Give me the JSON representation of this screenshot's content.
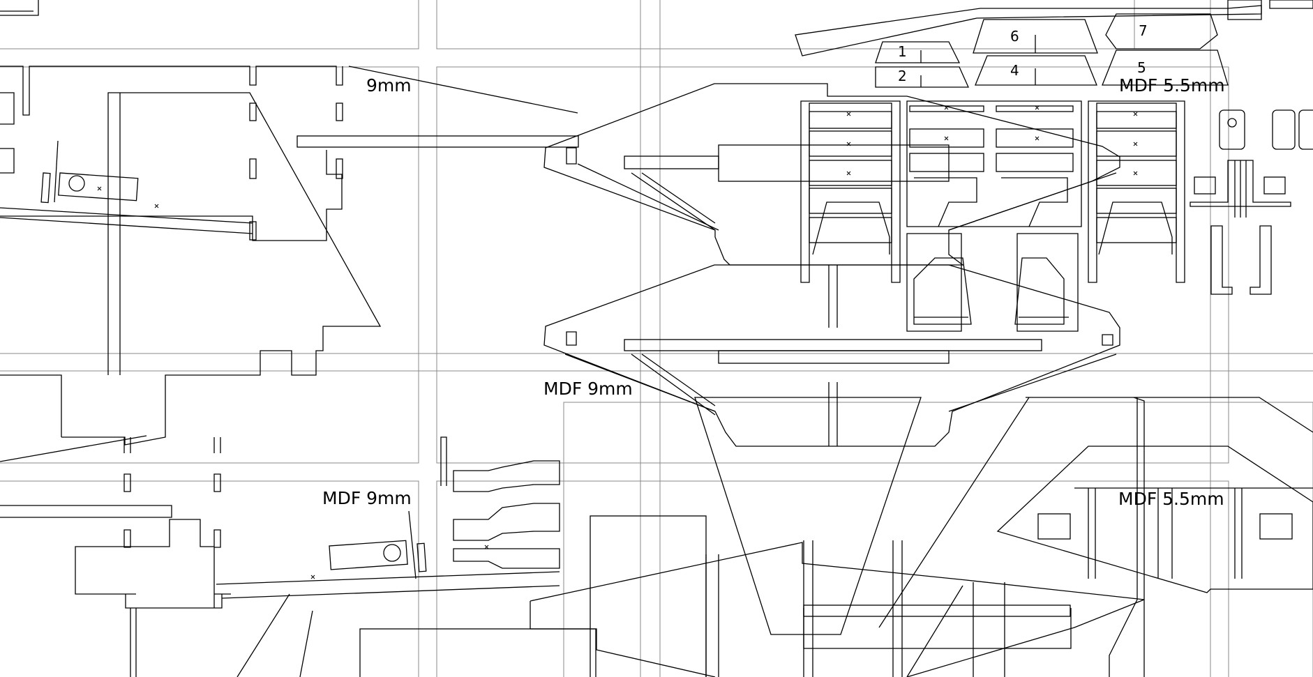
{
  "sheet": {
    "line_color": "#000000",
    "grid_color": "#888888",
    "background": "#ffffff"
  },
  "labels": {
    "mdf_9_top": "9mm",
    "mdf_9_center": "MDF 9mm",
    "mdf_9_left": "MDF 9mm",
    "mdf_55_top": "MDF 5.5mm",
    "mdf_55_right": "MDF 5.5mm"
  },
  "part_numbers": [
    "1",
    "2",
    "4",
    "5",
    "6",
    "7"
  ]
}
